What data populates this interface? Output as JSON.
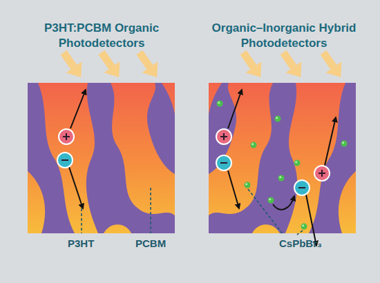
{
  "diagram": {
    "labels": [
      "P3HT:PCBM Organic Photodetectors",
      "Organic–Inorganic Hybrid Photodetectors",
      "P3HT",
      "PCBM",
      "CsPbBr₃"
    ]
  }
}
